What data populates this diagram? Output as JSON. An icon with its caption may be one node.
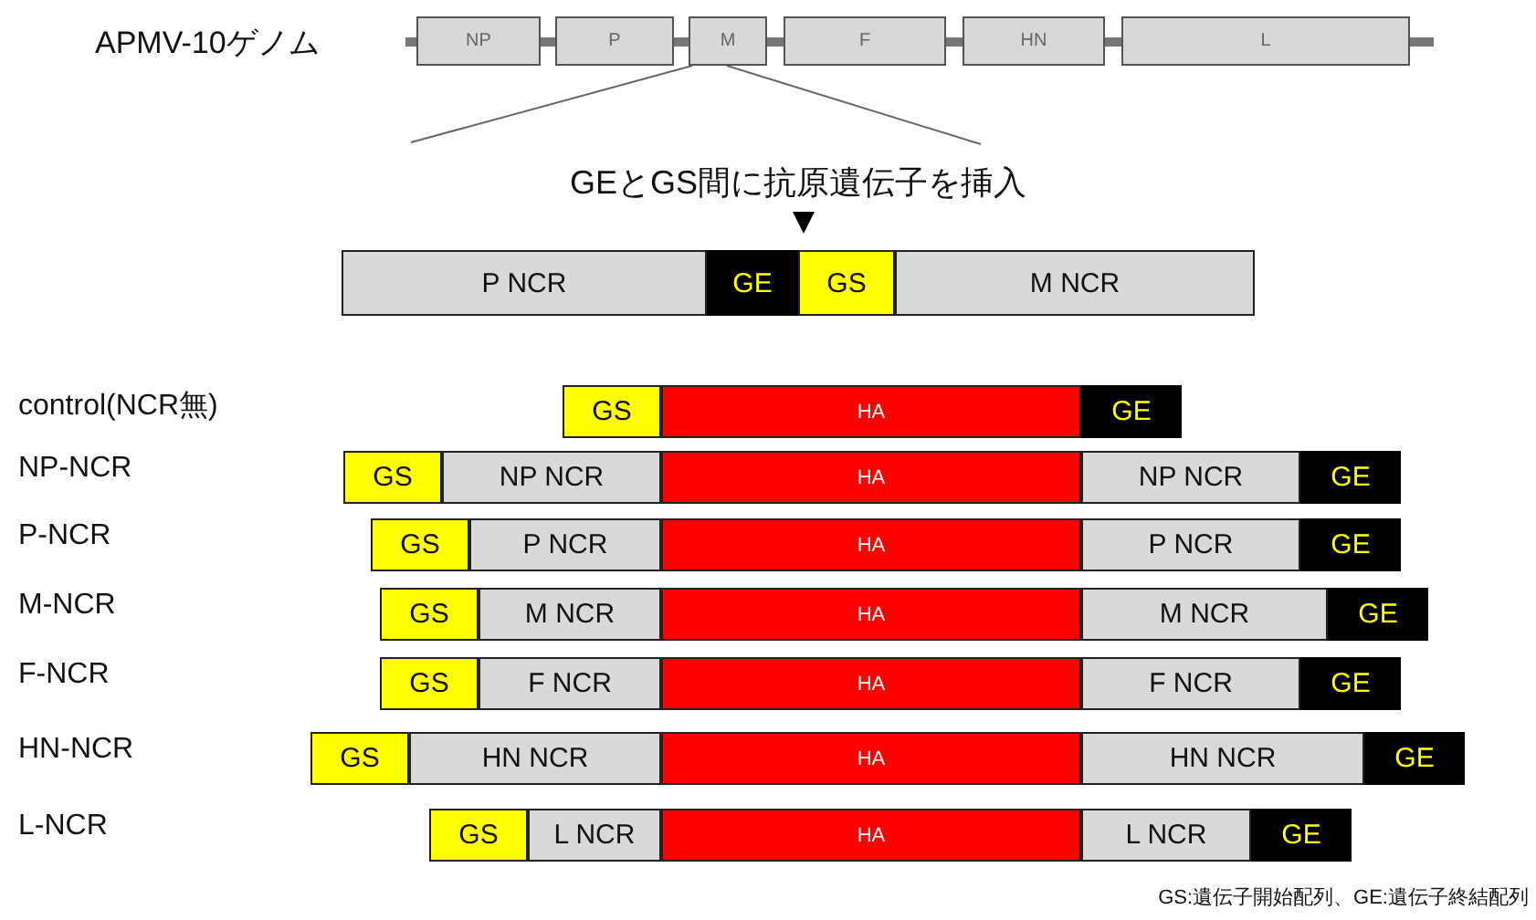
{
  "diagram": {
    "nodes": [
      {
        "text": [
          "NP"
        ]
      },
      {
        "text": [
          "P"
        ]
      },
      {
        "text": [
          "M"
        ]
      },
      {
        "text": [
          "F"
        ]
      },
      {
        "text": [
          "HN"
        ]
      },
      {
        "text": [
          "L"
        ]
      },
      {
        "text": [
          "P NCR"
        ]
      },
      {
        "text": [
          "GE"
        ]
      },
      {
        "text": [
          "GS"
        ]
      },
      {
        "text": [
          "M NCR"
        ]
      },
      {
        "text": [
          "GS"
        ]
      },
      {
        "text": [
          "HA"
        ]
      },
      {
        "text": [
          "GE"
        ]
      },
      {
        "text": [
          "GS"
        ]
      },
      {
        "text": [
          "NP NCR"
        ]
      },
      {
        "text": [
          "HA"
        ]
      },
      {
        "text": [
          "NP NCR"
        ]
      },
      {
        "text": [
          "GE"
        ]
      },
      {
        "text": [
          "GS"
        ]
      },
      {
        "text": [
          "P NCR"
        ]
      },
      {
        "text": [
          "HA"
        ]
      },
      {
        "text": [
          "P NCR"
        ]
      },
      {
        "text": [
          "GE"
        ]
      },
      {
        "text": [
          "GS"
        ]
      },
      {
        "text": [
          "M NCR"
        ]
      },
      {
        "text": [
          "HA"
        ]
      },
      {
        "text": [
          "M NCR"
        ]
      },
      {
        "text": [
          "GE"
        ]
      },
      {
        "text": [
          "GS"
        ]
      },
      {
        "text": [
          "F NCR"
        ]
      },
      {
        "text": [
          "HA"
        ]
      },
      {
        "text": [
          "F NCR"
        ]
      },
      {
        "text": [
          "GE"
        ]
      },
      {
        "text": [
          "GS"
        ]
      },
      {
        "text": [
          "HN NCR"
        ]
      },
      {
        "text": [
          "HA"
        ]
      },
      {
        "text": [
          "HN NCR"
        ]
      },
      {
        "text": [
          "GE"
        ]
      },
      {
        "text": [
          "GS"
        ]
      },
      {
        "text": [
          "L NCR"
        ]
      },
      {
        "text": [
          "HA"
        ]
      },
      {
        "text": [
          "L NCR"
        ]
      },
      {
        "text": [
          "GE"
        ]
      }
    ],
    "edges": [
      {
        "from": 2,
        "to": null,
        "arrow": "none"
      },
      {
        "from": 2,
        "to": null,
        "arrow": "none"
      }
    ],
    "labels": [
      "APMV-10ゲノム",
      "GEとGS間に抗原遺伝子を挿入",
      "control(NCR無)",
      "NP-NCR",
      "P-NCR",
      "M-NCR",
      "F-NCR",
      "HN-NCR",
      "L-NCR",
      "GS:遺伝子開始配列、GE:遺伝子終結配列"
    ]
  }
}
